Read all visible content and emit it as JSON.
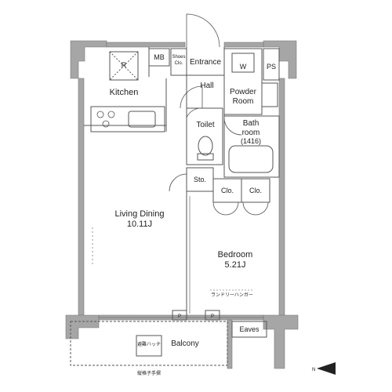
{
  "colors": {
    "wall": "#a6a6a6",
    "line": "#555555",
    "ink": "#222222"
  },
  "rooms": {
    "kitchen": "Kitchen",
    "living_dining": "Living Dining",
    "living_dining_size": "10.11J",
    "bedroom": "Bedroom",
    "bedroom_size": "5.21J",
    "entrance": "Entrance",
    "hall": "Hall",
    "powder_room_1": "Powder",
    "powder_room_2": "Room",
    "toilet": "Toilet",
    "bathroom_1": "Bath",
    "bathroom_2": "room",
    "bathroom_size": "(1416)",
    "balcony": "Balcony",
    "eaves": "Eaves"
  },
  "labels": {
    "mb": "MB",
    "shoes_1": "Shoes",
    "shoes_2": "Clo.",
    "w": "W",
    "ps": "PS",
    "fridge": "R",
    "storage": "Sto.",
    "closet_1": "Clo.",
    "closet_2": "Clo.",
    "pipe_1": "P",
    "pipe_2": "P",
    "laundry_hanger": "ランドリーハンガー",
    "evacuation_hatch": "避難ハッチ",
    "handrail": "縦格子手摺"
  },
  "compass": {
    "north": "N"
  }
}
